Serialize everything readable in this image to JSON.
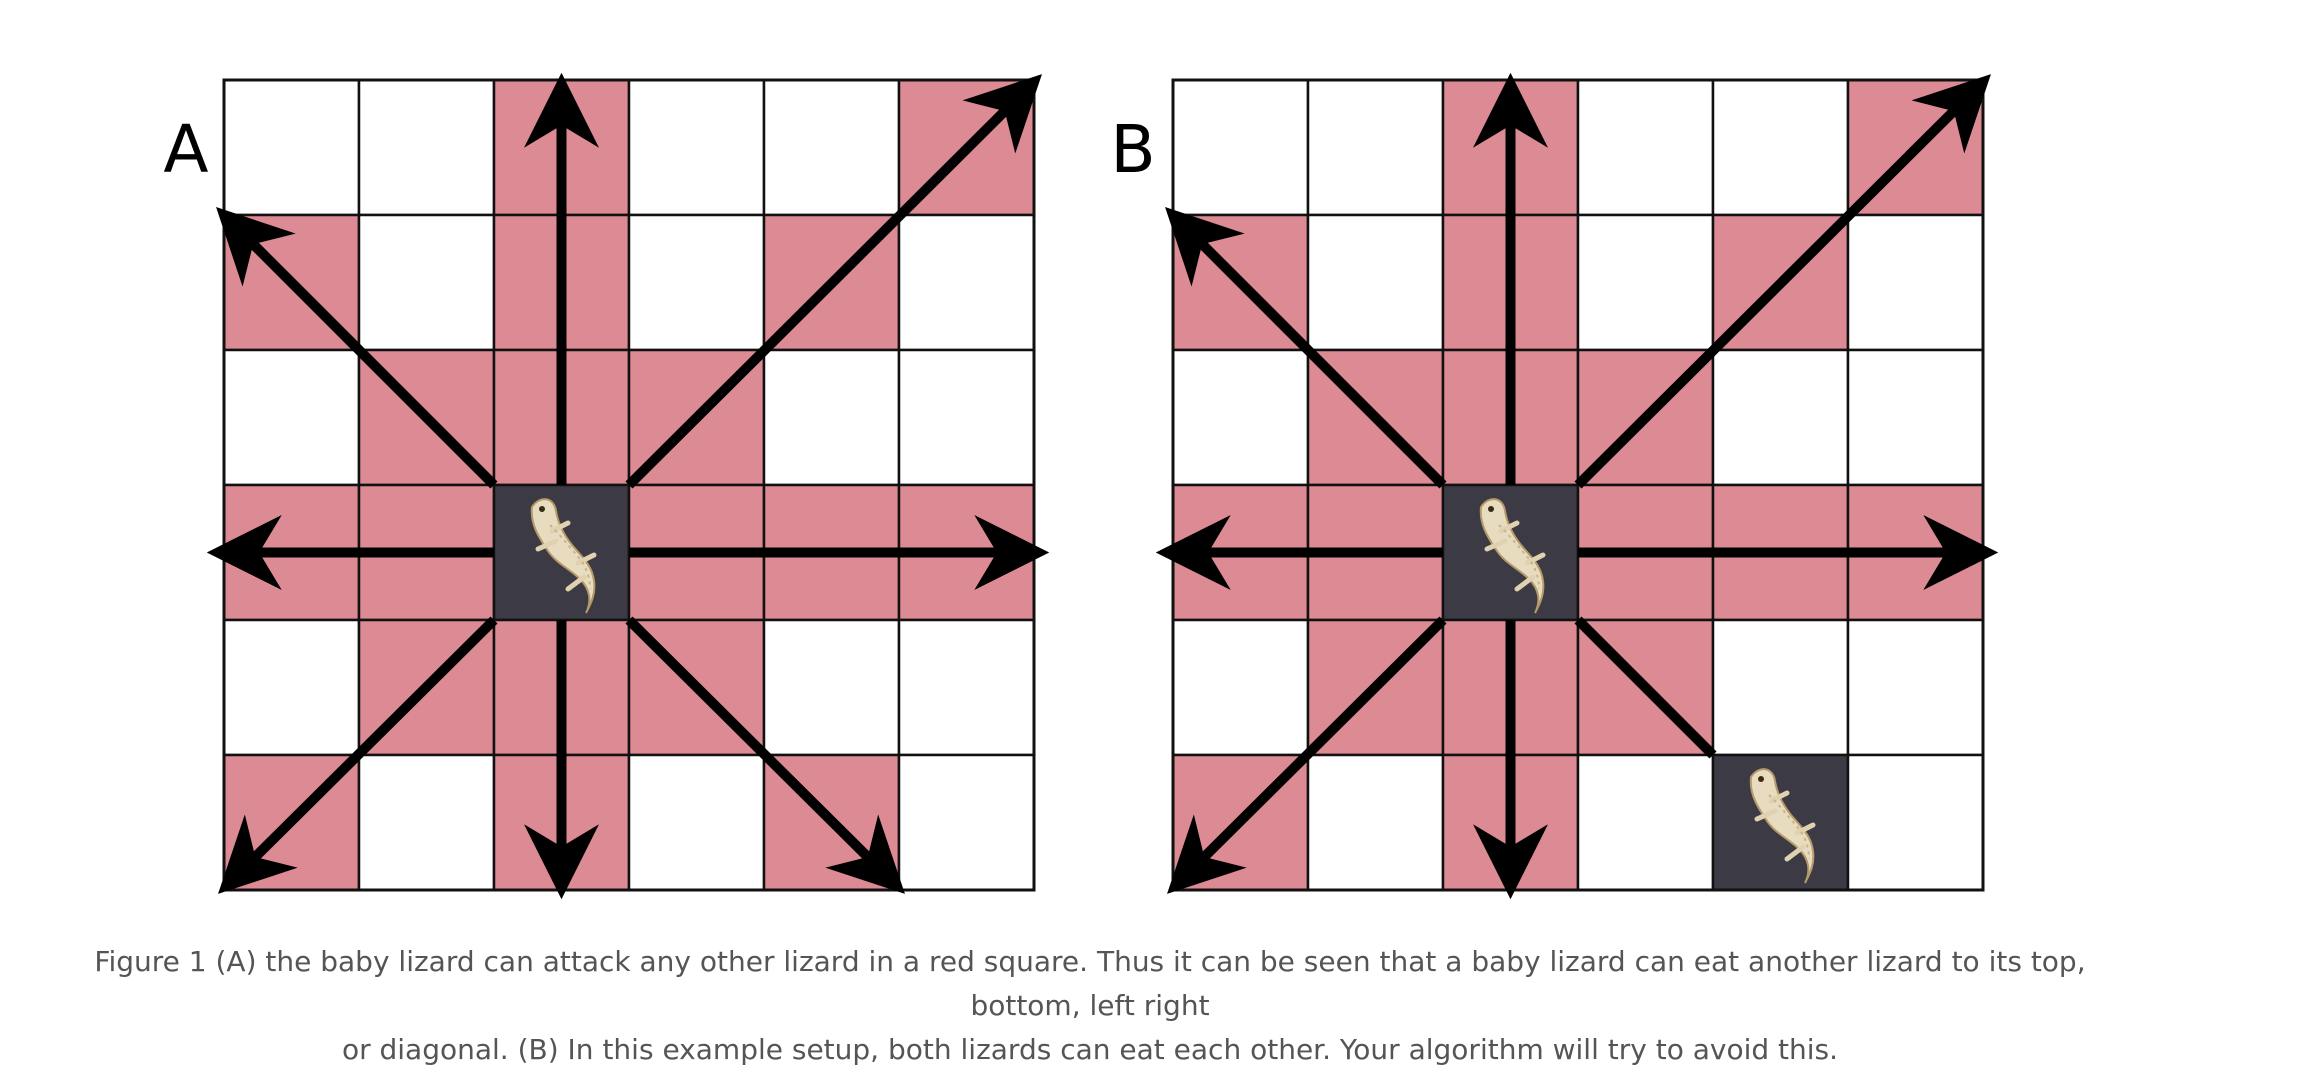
{
  "colors": {
    "attack_square": "#dc8a93",
    "empty_square": "#ffffff",
    "grid_line": "#111111",
    "arrow": "#000000",
    "lizard_tile": "#3c3a44",
    "caption_text": "#555555"
  },
  "panels": [
    {
      "label": "A",
      "grid_size": 6,
      "lizards": [
        {
          "row": 3,
          "col": 2
        }
      ],
      "attack_cells": [
        [
          0,
          2
        ],
        [
          0,
          5
        ],
        [
          1,
          0
        ],
        [
          1,
          2
        ],
        [
          1,
          4
        ],
        [
          2,
          1
        ],
        [
          2,
          2
        ],
        [
          2,
          3
        ],
        [
          3,
          0
        ],
        [
          3,
          1
        ],
        [
          3,
          3
        ],
        [
          3,
          4
        ],
        [
          3,
          5
        ],
        [
          4,
          1
        ],
        [
          4,
          2
        ],
        [
          4,
          3
        ],
        [
          5,
          0
        ],
        [
          5,
          2
        ],
        [
          5,
          4
        ]
      ],
      "arrow_directions": [
        "up",
        "down",
        "left",
        "right",
        "up-left",
        "up-right",
        "down-left",
        "down-right"
      ]
    },
    {
      "label": "B",
      "grid_size": 6,
      "lizards": [
        {
          "row": 3,
          "col": 2
        },
        {
          "row": 5,
          "col": 4
        }
      ],
      "attack_cells": [
        [
          0,
          2
        ],
        [
          0,
          5
        ],
        [
          1,
          0
        ],
        [
          1,
          2
        ],
        [
          1,
          4
        ],
        [
          2,
          1
        ],
        [
          2,
          2
        ],
        [
          2,
          3
        ],
        [
          3,
          0
        ],
        [
          3,
          1
        ],
        [
          3,
          3
        ],
        [
          3,
          4
        ],
        [
          3,
          5
        ],
        [
          4,
          1
        ],
        [
          4,
          2
        ],
        [
          4,
          3
        ],
        [
          5,
          0
        ],
        [
          5,
          2
        ]
      ],
      "arrow_directions": [
        "up",
        "down",
        "left",
        "right",
        "up-left",
        "up-right",
        "down-left",
        "down-right-to-lizard"
      ]
    }
  ],
  "caption": {
    "line1": "Figure 1 (A) the baby lizard can attack any other lizard in a red square. Thus it can be seen that a baby lizard can eat another lizard to its top, bottom, left right",
    "line2": "or diagonal. (B) In this example setup, both lizards can eat each other. Your algorithm will try to avoid this."
  }
}
